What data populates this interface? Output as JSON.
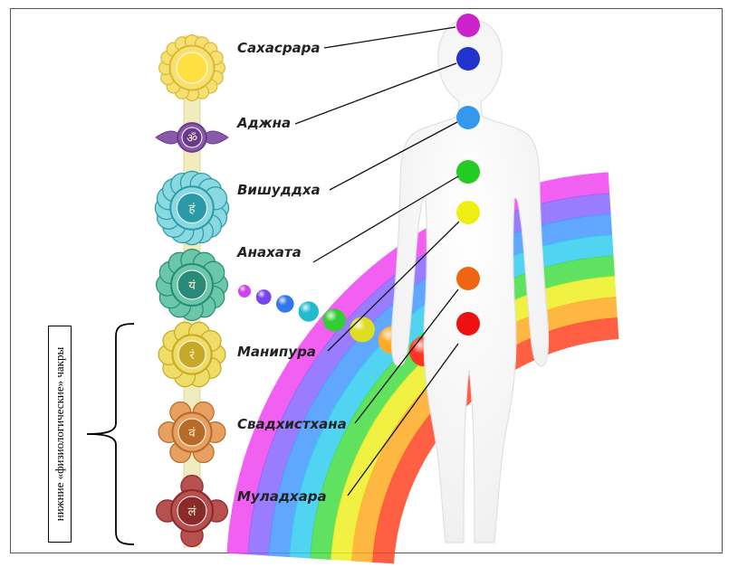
{
  "chakras": [
    {
      "label": "Сахасрара",
      "color": "#cc22cc",
      "symbol": ""
    },
    {
      "label": "Аджна",
      "color": "#2233cc",
      "symbol": "ॐ"
    },
    {
      "label": "Вишуддха",
      "color": "#3399ee",
      "symbol": "हं"
    },
    {
      "label": "Анахата",
      "color": "#22cc22",
      "symbol": "यं"
    },
    {
      "label": "Манипура",
      "color": "#eeee11",
      "symbol": "रं"
    },
    {
      "label": "Свадхистхана",
      "color": "#ee6611",
      "symbol": "वं"
    },
    {
      "label": "Муладхара",
      "color": "#ee1111",
      "symbol": "लं"
    }
  ],
  "lower_caption": "нижние «физиологические» чакры",
  "rainbow_colors": [
    "#ee44ee",
    "#8866ff",
    "#4499ff",
    "#33ccee",
    "#44dd44",
    "#eeee22",
    "#ffaa22",
    "#ff4422"
  ]
}
